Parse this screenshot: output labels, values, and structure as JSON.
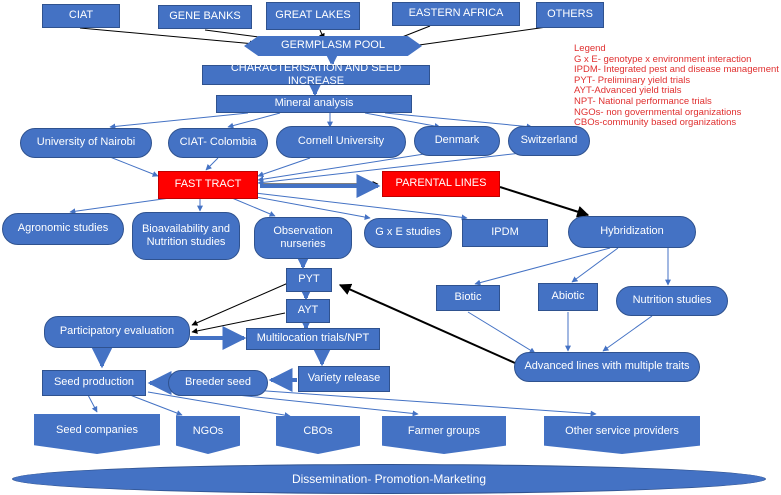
{
  "colors": {
    "box_fill": "#4472C4",
    "box_border": "#2F528F",
    "highlight": "#FF0000",
    "arrow": "#4472C4",
    "legend_text": "#E03030"
  },
  "sources": [
    "CIAT",
    "GENE BANKS",
    "GREAT LAKES",
    "EASTERN AFRICA",
    "OTHERS"
  ],
  "germplasm_pool": "GERMPLASM POOL",
  "characterisation": "CHARACTERISATION AND SEED INCREASE",
  "mineral_analysis": "Mineral analysis",
  "institutions": [
    "University of Nairobi",
    "CIAT- Colombia",
    "Cornell University",
    "Denmark",
    "Switzerland"
  ],
  "fast_tract": "FAST TRACT",
  "parental_lines": "PARENTAL LINES",
  "studies": [
    "Agronomic studies",
    "Bioavailability and Nutrition studies",
    "Observation nurseries",
    "G x E studies",
    "IPDM"
  ],
  "hybridization": "Hybridization",
  "traits": [
    "Biotic",
    "Abiotic",
    "Nutrition studies"
  ],
  "advanced_lines": "Advanced lines with multiple traits",
  "pyt": "PYT",
  "ayt": "AYT",
  "participatory": "Participatory evaluation",
  "multilocation": "Multilocation trials/NPT",
  "variety_release": "Variety release",
  "seed_production": "Seed production",
  "breeder_seed": "Breeder seed",
  "outlets": [
    "Seed companies",
    "NGOs",
    "CBOs",
    "Farmer groups",
    "Other service providers"
  ],
  "dissemination": "Dissemination- Promotion-Marketing",
  "legend": {
    "title": "Legend",
    "items": [
      "G x E- genotype x environment interaction",
      "IPDM- Integrated pest and disease management",
      "PYT- Preliminary yield trials",
      "AYT-Advanced yield trials",
      "NPT- National performance trials",
      "NGOs- non governmental organizations",
      "CBOs-community based organizations"
    ]
  }
}
